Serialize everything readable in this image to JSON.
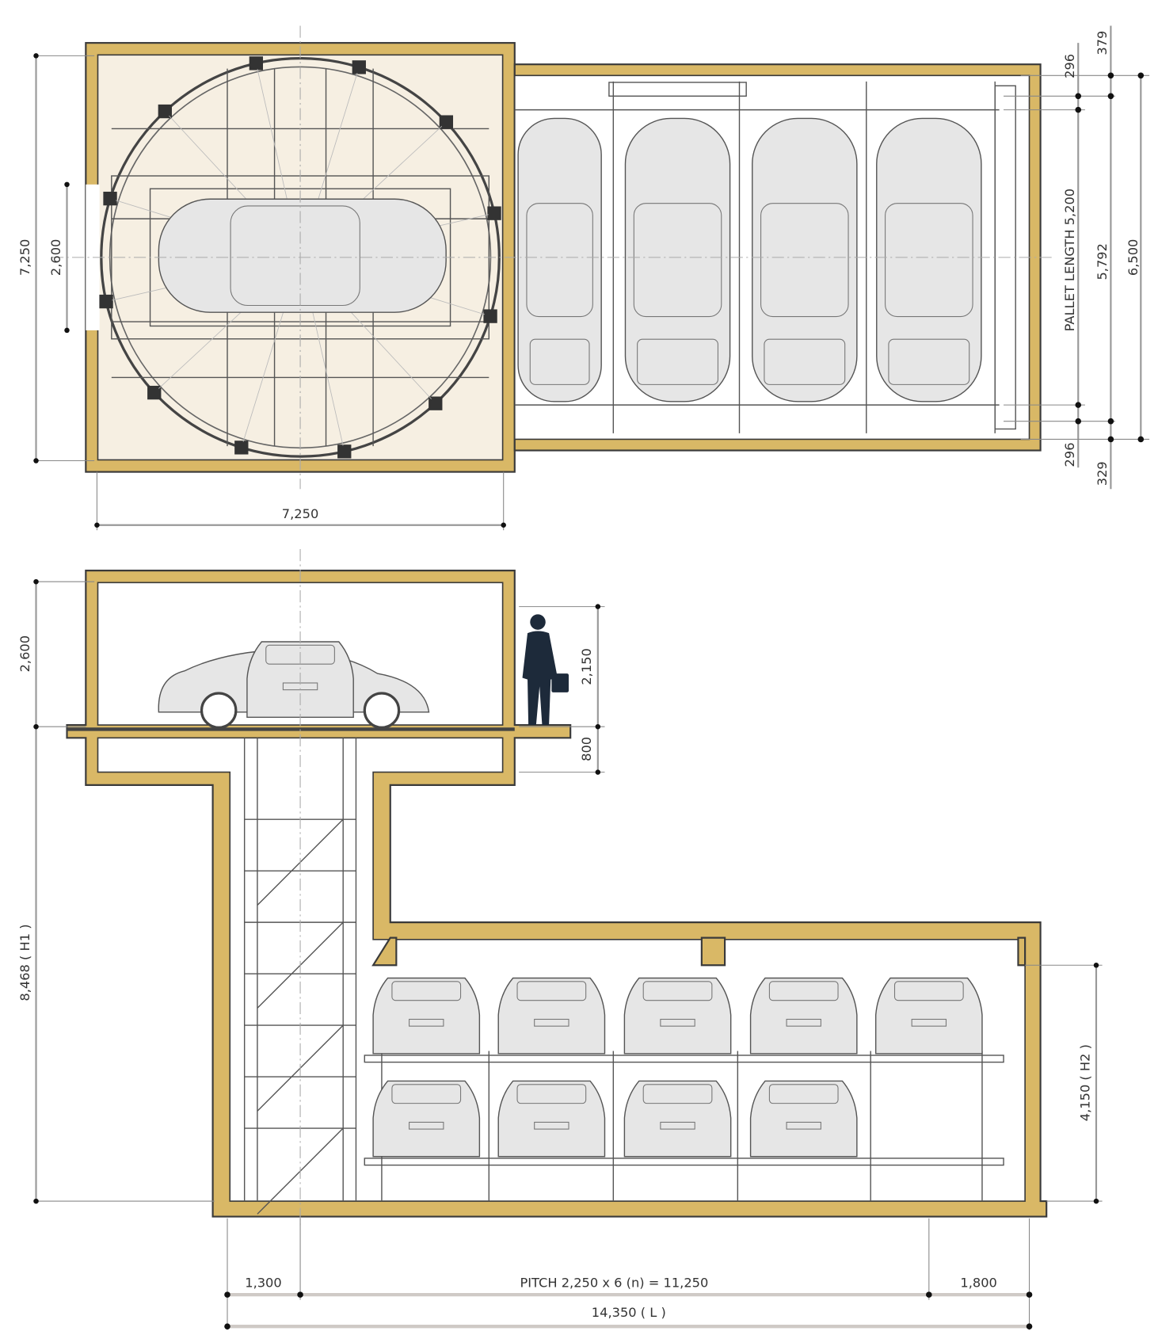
{
  "title": "Rotary-lift automated parking system – plan and section",
  "colors": {
    "wall": "#d9b866",
    "turntable_floor": "#f6efe2",
    "person": "#1d2a3a"
  },
  "plan": {
    "dim_left_height": "7,250",
    "dim_opening": "2,600",
    "dim_bottom_width": "7,250",
    "dim_top_296": "296",
    "dim_top_379": "379",
    "dim_pallet_length": "PALLET LENGTH 5,200",
    "dim_5792": "5,792",
    "dim_6500": "6,500",
    "dim_bottom_296": "296",
    "dim_bottom_329": "329"
  },
  "section": {
    "dim_entrance_height": "2,600",
    "dim_person_height": "2,150",
    "dim_slab": "800",
    "dim_h1": "8,468 ( H1 )",
    "dim_h2": "4,150 ( H2 )",
    "dim_left": "1,300",
    "dim_pitch": "PITCH 2,250 x 6 (n) = 11,250",
    "dim_right": "1,800",
    "dim_total": "14,350 ( L )"
  }
}
